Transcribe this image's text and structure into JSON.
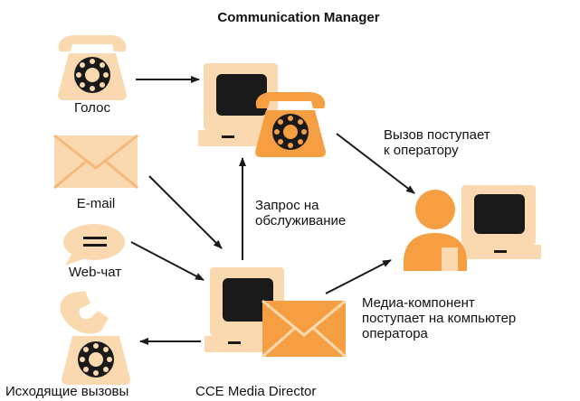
{
  "title": "Communication Manager",
  "labels": {
    "voice": "Голос",
    "email": "E-mail",
    "webchat": "Web-чат",
    "outbound": "Исходящие вызовы",
    "media_director": "CCE Media Director",
    "request_line1": "Запрос на",
    "request_line2": "обслуживание",
    "call_line1": "Вызов поступает",
    "call_line2": "к оператору",
    "media_line1": "Медиа-компонент",
    "media_line2": "поступает на компьютер",
    "media_line3": "оператора"
  },
  "colors": {
    "light_peach": "#fbd9b0",
    "orange": "#f59f42",
    "screen": "#1a1a1a",
    "arrow": "#1a1a1a"
  },
  "icons": [
    "phone-icon",
    "envelope-icon",
    "chat-bubble-icon",
    "computer-icon",
    "agent-icon",
    "handset-off-hook-icon"
  ]
}
